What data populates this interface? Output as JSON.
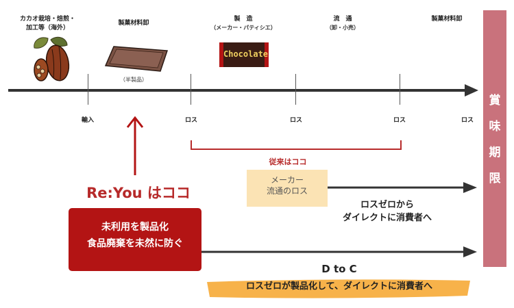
{
  "stages": [
    {
      "name": "カカオ栽培・焙煎・",
      "name2": "加工等（海外）"
    },
    {
      "name": "製菓材料卸",
      "sub": "（半製品）"
    },
    {
      "name": "製　造",
      "sub": "（メーカー・パティシエ）"
    },
    {
      "name": "流　通",
      "sub": "（卸・小売）"
    },
    {
      "name": "製菓材料卸"
    }
  ],
  "chocolate_label": "Chocolate",
  "timeline_labels": [
    "輸入",
    "ロス",
    "ロス",
    "ロス",
    "ロス"
  ],
  "vertical_bar_chars": [
    "賞",
    "味",
    "期",
    "限"
  ],
  "bracket_label": "従来はココ",
  "cream_box": {
    "line1": "メーカー",
    "line2": "流通のロス"
  },
  "loss_zero_text": {
    "line1": "ロスゼロから",
    "line2": "ダイレクトに消費者へ"
  },
  "reyou_label": "Re:You はココ",
  "red_box": {
    "line1": "未利用を製品化",
    "line2": "食品廃棄を未然に防ぐ"
  },
  "dtoc": {
    "title": "D to C",
    "line": "ロスゼロが製品化して、ダイレクトに消費者へ"
  },
  "colors": {
    "accent_red": "#b31414",
    "bar_pink": "#c9727c",
    "cream": "#fbe3b4",
    "highlight": "#f7b24a"
  }
}
